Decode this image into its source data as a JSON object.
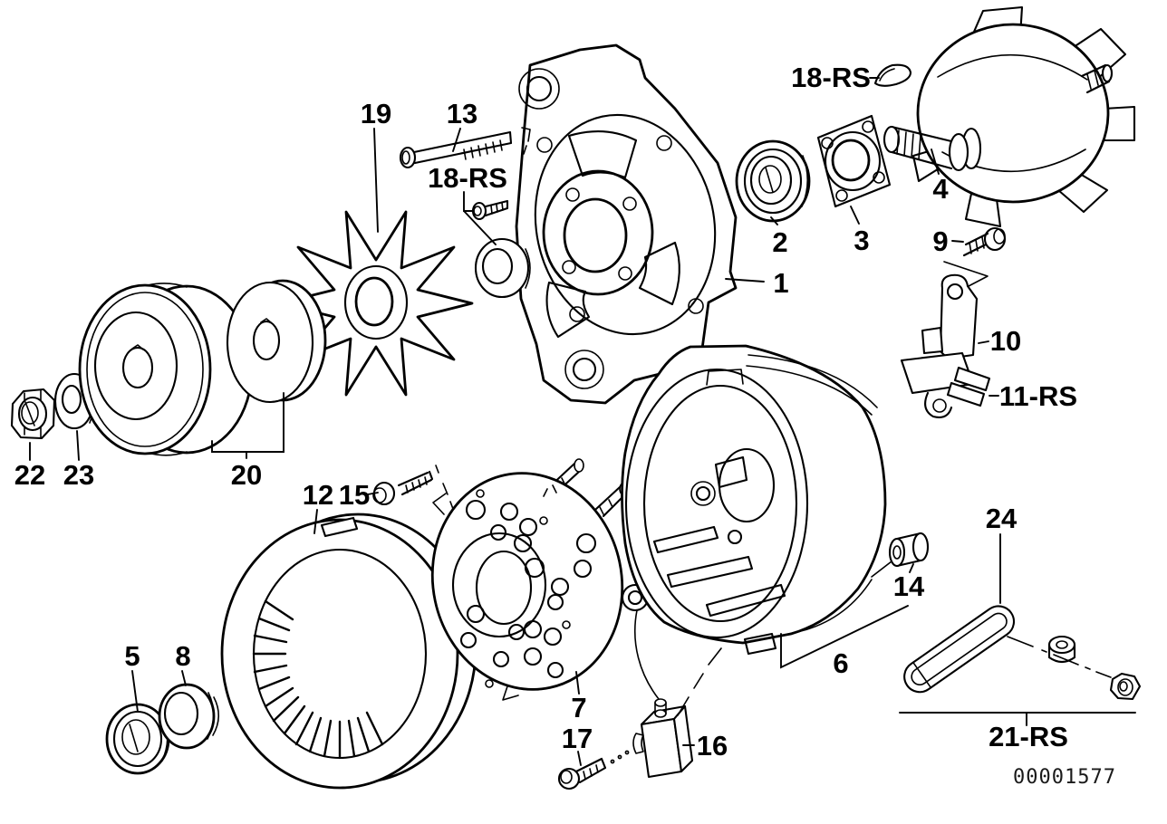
{
  "diagram": {
    "drawing_number": "00001577",
    "colors": {
      "ink": "#000000",
      "background": "#ffffff"
    },
    "callouts": [
      {
        "label": "19"
      },
      {
        "label": "13"
      },
      {
        "label": "18-RS"
      },
      {
        "label": "18-RS"
      },
      {
        "label": "2"
      },
      {
        "label": "3"
      },
      {
        "label": "4"
      },
      {
        "label": "9"
      },
      {
        "label": "1"
      },
      {
        "label": "10"
      },
      {
        "label": "11-RS"
      },
      {
        "label": "22"
      },
      {
        "label": "23"
      },
      {
        "label": "20"
      },
      {
        "label": "12"
      },
      {
        "label": "15"
      },
      {
        "label": "5"
      },
      {
        "label": "8"
      },
      {
        "label": "7"
      },
      {
        "label": "17"
      },
      {
        "label": "16"
      },
      {
        "label": "6"
      },
      {
        "label": "14"
      },
      {
        "label": "24"
      },
      {
        "label": "21-RS"
      }
    ]
  }
}
